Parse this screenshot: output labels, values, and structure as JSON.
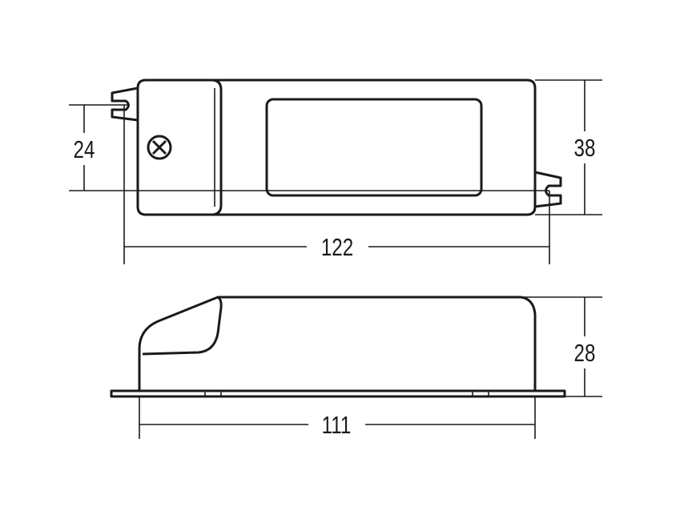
{
  "dimensions": {
    "top_view_length": "122",
    "top_view_height": "38",
    "mounting_hole_spacing_vertical": "24",
    "side_view_length": "111",
    "side_view_height": "28"
  }
}
